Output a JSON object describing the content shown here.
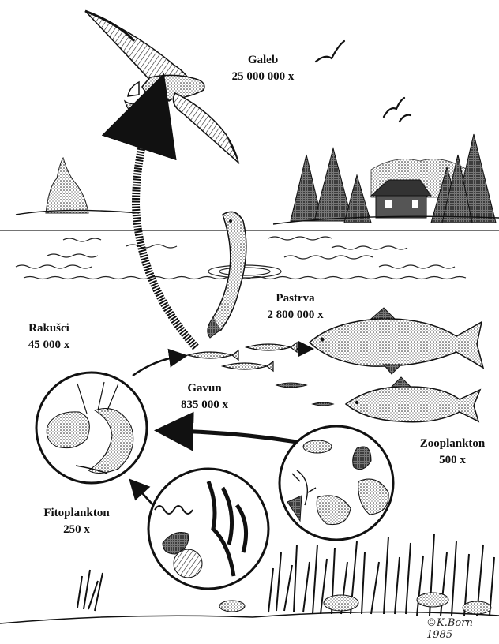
{
  "organisms": [
    {
      "id": "galeb",
      "name": "Galeb",
      "factor": "25 000 000 x"
    },
    {
      "id": "pastrva",
      "name": "Pastrva",
      "factor": "2 800 000 x"
    },
    {
      "id": "gavun",
      "name": "Gavun",
      "factor": "835 000 x"
    },
    {
      "id": "rakusci",
      "name": "Rakušci",
      "factor": "45 000 x"
    },
    {
      "id": "zooplankton",
      "name": "Zooplankton",
      "factor": "500 x"
    },
    {
      "id": "fitoplankton",
      "name": "Fitoplankton",
      "factor": "250 x"
    }
  ],
  "signature": "©K.Born 1985",
  "colors": {
    "ink": "#1a1a1a",
    "background": "#ffffff",
    "paper": "#f4f4f4"
  }
}
